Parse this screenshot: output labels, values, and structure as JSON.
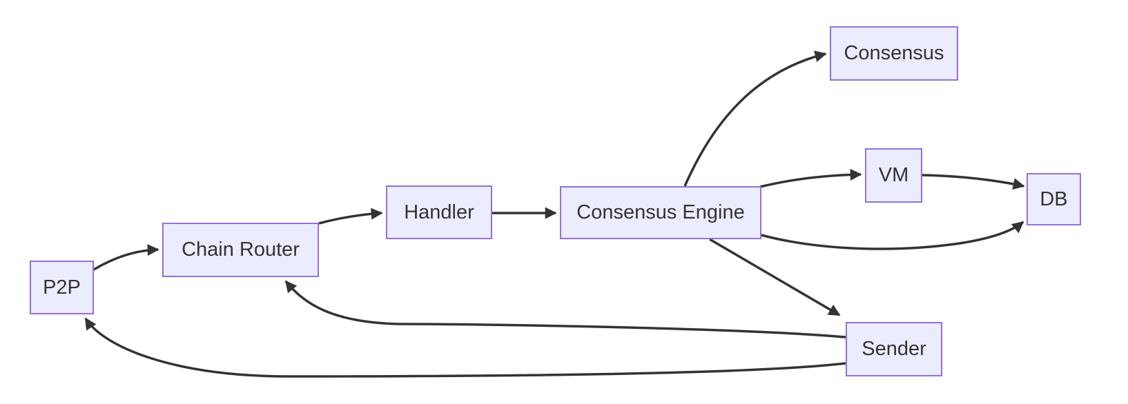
{
  "diagram": {
    "type": "flowchart",
    "background_color": "#ffffff",
    "node_fill_color": "#ECECFF",
    "node_border_color": "#9370DB",
    "edge_color": "#333333",
    "text_color": "#333333",
    "nodes": [
      {
        "id": "p2p",
        "label": "P2P"
      },
      {
        "id": "chain-router",
        "label": "Chain Router"
      },
      {
        "id": "handler",
        "label": "Handler"
      },
      {
        "id": "consensus-engine",
        "label": "Consensus Engine"
      },
      {
        "id": "consensus",
        "label": "Consensus"
      },
      {
        "id": "vm",
        "label": "VM"
      },
      {
        "id": "db",
        "label": "DB"
      },
      {
        "id": "sender",
        "label": "Sender"
      }
    ],
    "edges": [
      {
        "from": "P2P",
        "to": "Chain Router"
      },
      {
        "from": "Chain Router",
        "to": "Handler"
      },
      {
        "from": "Handler",
        "to": "Consensus Engine"
      },
      {
        "from": "Consensus Engine",
        "to": "Consensus"
      },
      {
        "from": "Consensus Engine",
        "to": "VM"
      },
      {
        "from": "VM",
        "to": "DB"
      },
      {
        "from": "Consensus Engine",
        "to": "DB"
      },
      {
        "from": "Consensus Engine",
        "to": "Sender"
      },
      {
        "from": "Sender",
        "to": "Chain Router"
      },
      {
        "from": "Sender",
        "to": "P2P"
      }
    ]
  }
}
